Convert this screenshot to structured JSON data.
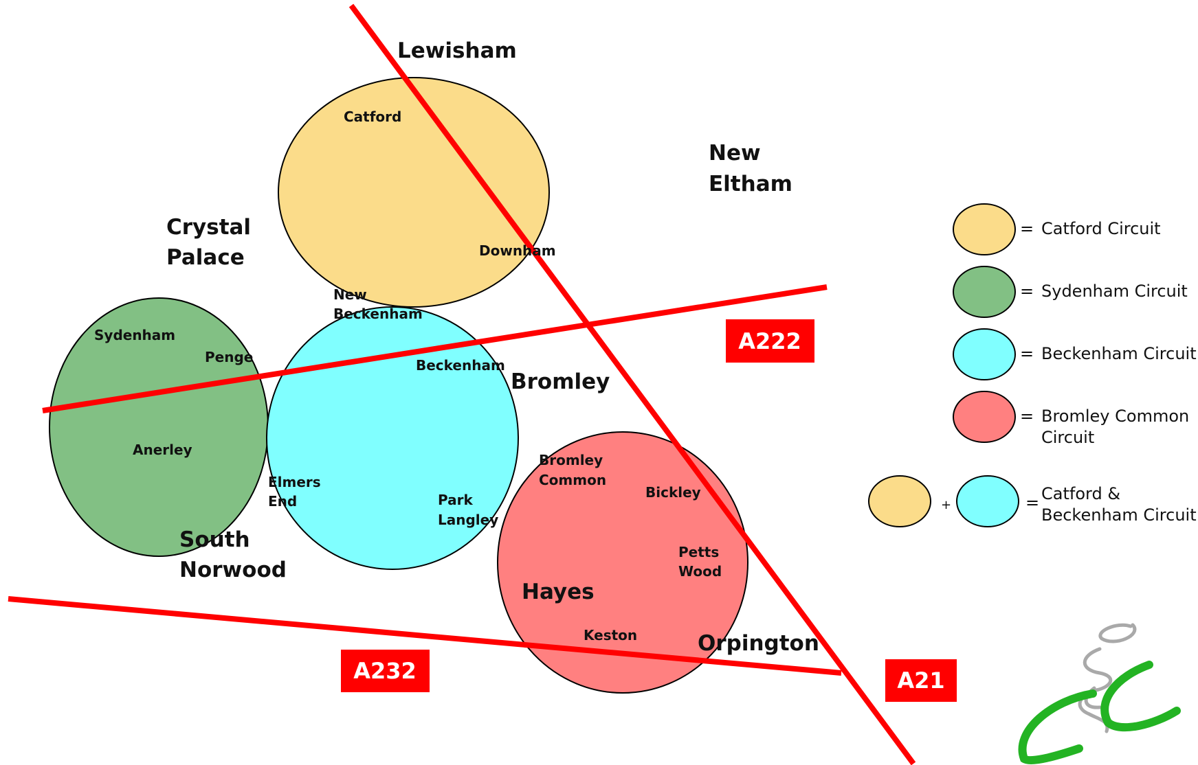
{
  "colors": {
    "catford": "#fbdc8a",
    "sydenham": "#82c084",
    "beckenham": "#80ffff",
    "bromley_common": "#ff8080",
    "road": "#ff0000",
    "logo_green": "#23b323",
    "logo_grey": "#a9a9a9"
  },
  "roads": {
    "a222": "A222",
    "a232": "A232",
    "a21": "A21"
  },
  "places": {
    "lewisham": "Lewisham",
    "new_eltham_1": "New",
    "new_eltham_2": "Eltham",
    "crystal_palace_1": "Crystal",
    "crystal_palace_2": "Palace",
    "bromley": "Bromley",
    "south_norwood_1": "South",
    "south_norwood_2": "Norwood",
    "hayes": "Hayes",
    "orpington": "Orpington",
    "catford": "Catford",
    "downham": "Downham",
    "new_beckenham_1": "New",
    "new_beckenham_2": "Beckenham",
    "sydenham": "Sydenham",
    "penge": "Penge",
    "anerley": "Anerley",
    "beckenham": "Beckenham",
    "elmers_end_1": "Elmers",
    "elmers_end_2": "End",
    "park_langley_1": "Park",
    "park_langley_2": "Langley",
    "bromley_common_1": "Bromley",
    "bromley_common_2": "Common",
    "bickley": "Bickley",
    "petts_wood_1": "Petts",
    "petts_wood_2": "Wood",
    "keston": "Keston"
  },
  "legend": {
    "equals": "=",
    "plus": "+",
    "catford_circuit": "Catford Circuit",
    "sydenham_circuit": "Sydenham Circuit",
    "beckenham_circuit": "Beckenham Circuit",
    "bromley_common_circuit_1": "Bromley Common",
    "bromley_common_circuit_2": "Circuit",
    "combined_1": "Catford &",
    "combined_2": "Beckenham Circuit"
  },
  "icons": {
    "logo": "cyclist-logo-icon"
  }
}
